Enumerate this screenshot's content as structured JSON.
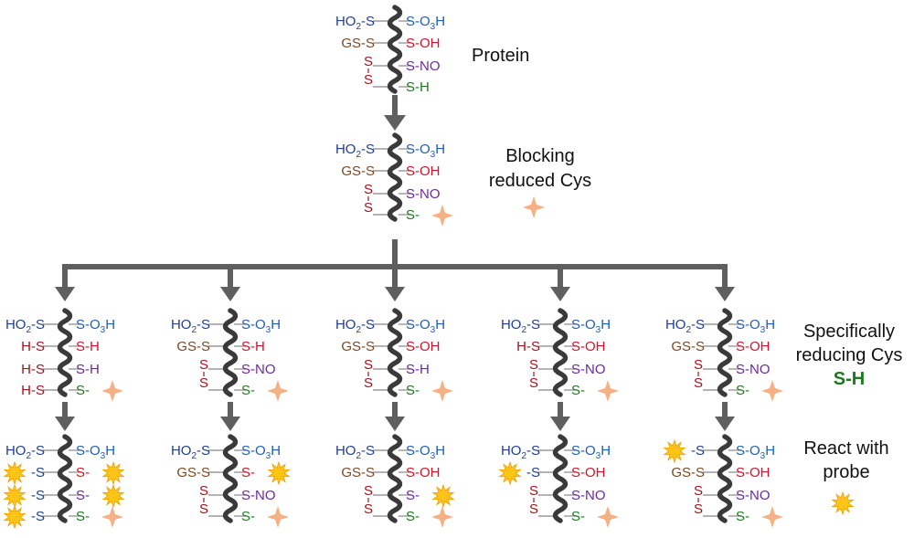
{
  "colors": {
    "o3h": "#1f5fb4",
    "o2h": "#1f3f8f",
    "gs": "#7a4a24",
    "oh": "#d0152b",
    "no": "#6a2aa0",
    "sh": "#1f7a1f",
    "ss": "#a0151c",
    "hs": "#a0151c",
    "backbone": "#3a3a3a",
    "connector": "#888888",
    "arrow": "#5f5f5f",
    "block_star": "#f5b183",
    "probe_star": "#ffc31a",
    "probe_star_edge": "#f0a000"
  },
  "labels": {
    "ho2s_main": "HO",
    "ho2s_sub": "2",
    "ho2s_tail": "-S",
    "so3h_main": "S-O",
    "so3h_sub": "3",
    "so3h_tail": "H",
    "gs": "GS-S",
    "hs": "H-S",
    "s": "S",
    "probe_s": "-S",
    "oh": "S-OH",
    "no": "S-NO",
    "sh": "S-H",
    "sdash": "S-"
  },
  "captions": {
    "protein": "Protein",
    "blocking_line1": "Blocking",
    "blocking_line2": "reduced Cys",
    "specific_line1": "Specifically",
    "specific_line2": "reducing Cys",
    "specific_line3": "S-H",
    "react_line1": "React with",
    "react_line2": "probe"
  },
  "proteins": [
    {
      "id": "protein-native",
      "left": [
        "ho2s",
        "gs",
        "ss",
        ""
      ],
      "right": [
        "so3h",
        "oh",
        "no",
        "sh"
      ],
      "star": "none",
      "probes": []
    },
    {
      "id": "protein-blocked",
      "left": [
        "ho2s",
        "gs",
        "ss",
        ""
      ],
      "right": [
        "so3h",
        "oh",
        "no",
        "sdash"
      ],
      "star": "block",
      "probes": []
    },
    {
      "id": "reduced-total",
      "left": [
        "ho2s",
        "hs",
        "hs",
        "hs"
      ],
      "right": [
        "so3h",
        "sh",
        "sh",
        "sdash"
      ],
      "star": "block",
      "probes": []
    },
    {
      "id": "reduced-snitrosyl",
      "left": [
        "ho2s",
        "gs",
        "ss",
        ""
      ],
      "right": [
        "so3h",
        "sh",
        "no",
        "sdash"
      ],
      "star": "block",
      "probes": []
    },
    {
      "id": "reduced-sulfenyl",
      "left": [
        "ho2s",
        "gs",
        "ss",
        ""
      ],
      "right": [
        "so3h",
        "oh",
        "sh",
        "sdash"
      ],
      "star": "block",
      "probes": []
    },
    {
      "id": "reduced-glutathionyl",
      "left": [
        "ho2s",
        "hs",
        "ss",
        ""
      ],
      "right": [
        "so3h",
        "oh",
        "no",
        "sdash"
      ],
      "star": "block",
      "probes": []
    },
    {
      "id": "reduced-sulfinyl",
      "left": [
        "ho2s",
        "gs",
        "ss",
        ""
      ],
      "right": [
        "so3h",
        "oh",
        "no",
        "sdash"
      ],
      "star": "block",
      "probes": []
    },
    {
      "id": "probed-total",
      "left": [
        "ho2s",
        "probe_s",
        "probe_s",
        "probe_s"
      ],
      "right": [
        "so3h",
        "sdash",
        "sdash",
        "sdash"
      ],
      "star": "block",
      "probes": [
        "L1",
        "L2",
        "L3",
        "R1",
        "R2"
      ]
    },
    {
      "id": "probed-snitrosyl",
      "left": [
        "ho2s",
        "gs",
        "ss",
        ""
      ],
      "right": [
        "so3h",
        "sdash",
        "no",
        "sdash"
      ],
      "star": "block",
      "probes": [
        "R1"
      ]
    },
    {
      "id": "probed-sulfenyl",
      "left": [
        "ho2s",
        "gs",
        "ss",
        ""
      ],
      "right": [
        "so3h",
        "oh",
        "sdash",
        "sdash"
      ],
      "star": "block",
      "probes": [
        "R2"
      ]
    },
    {
      "id": "probed-glutathionyl",
      "left": [
        "ho2s",
        "probe_s",
        "ss",
        ""
      ],
      "right": [
        "so3h",
        "oh",
        "no",
        "sdash"
      ],
      "star": "block",
      "probes": [
        "L1"
      ]
    },
    {
      "id": "probed-sulfinyl",
      "left": [
        "probe_s",
        "gs",
        "ss",
        ""
      ],
      "right": [
        "so3h",
        "oh",
        "no",
        "sdash"
      ],
      "star": "block",
      "probes": [
        "L0"
      ]
    }
  ]
}
